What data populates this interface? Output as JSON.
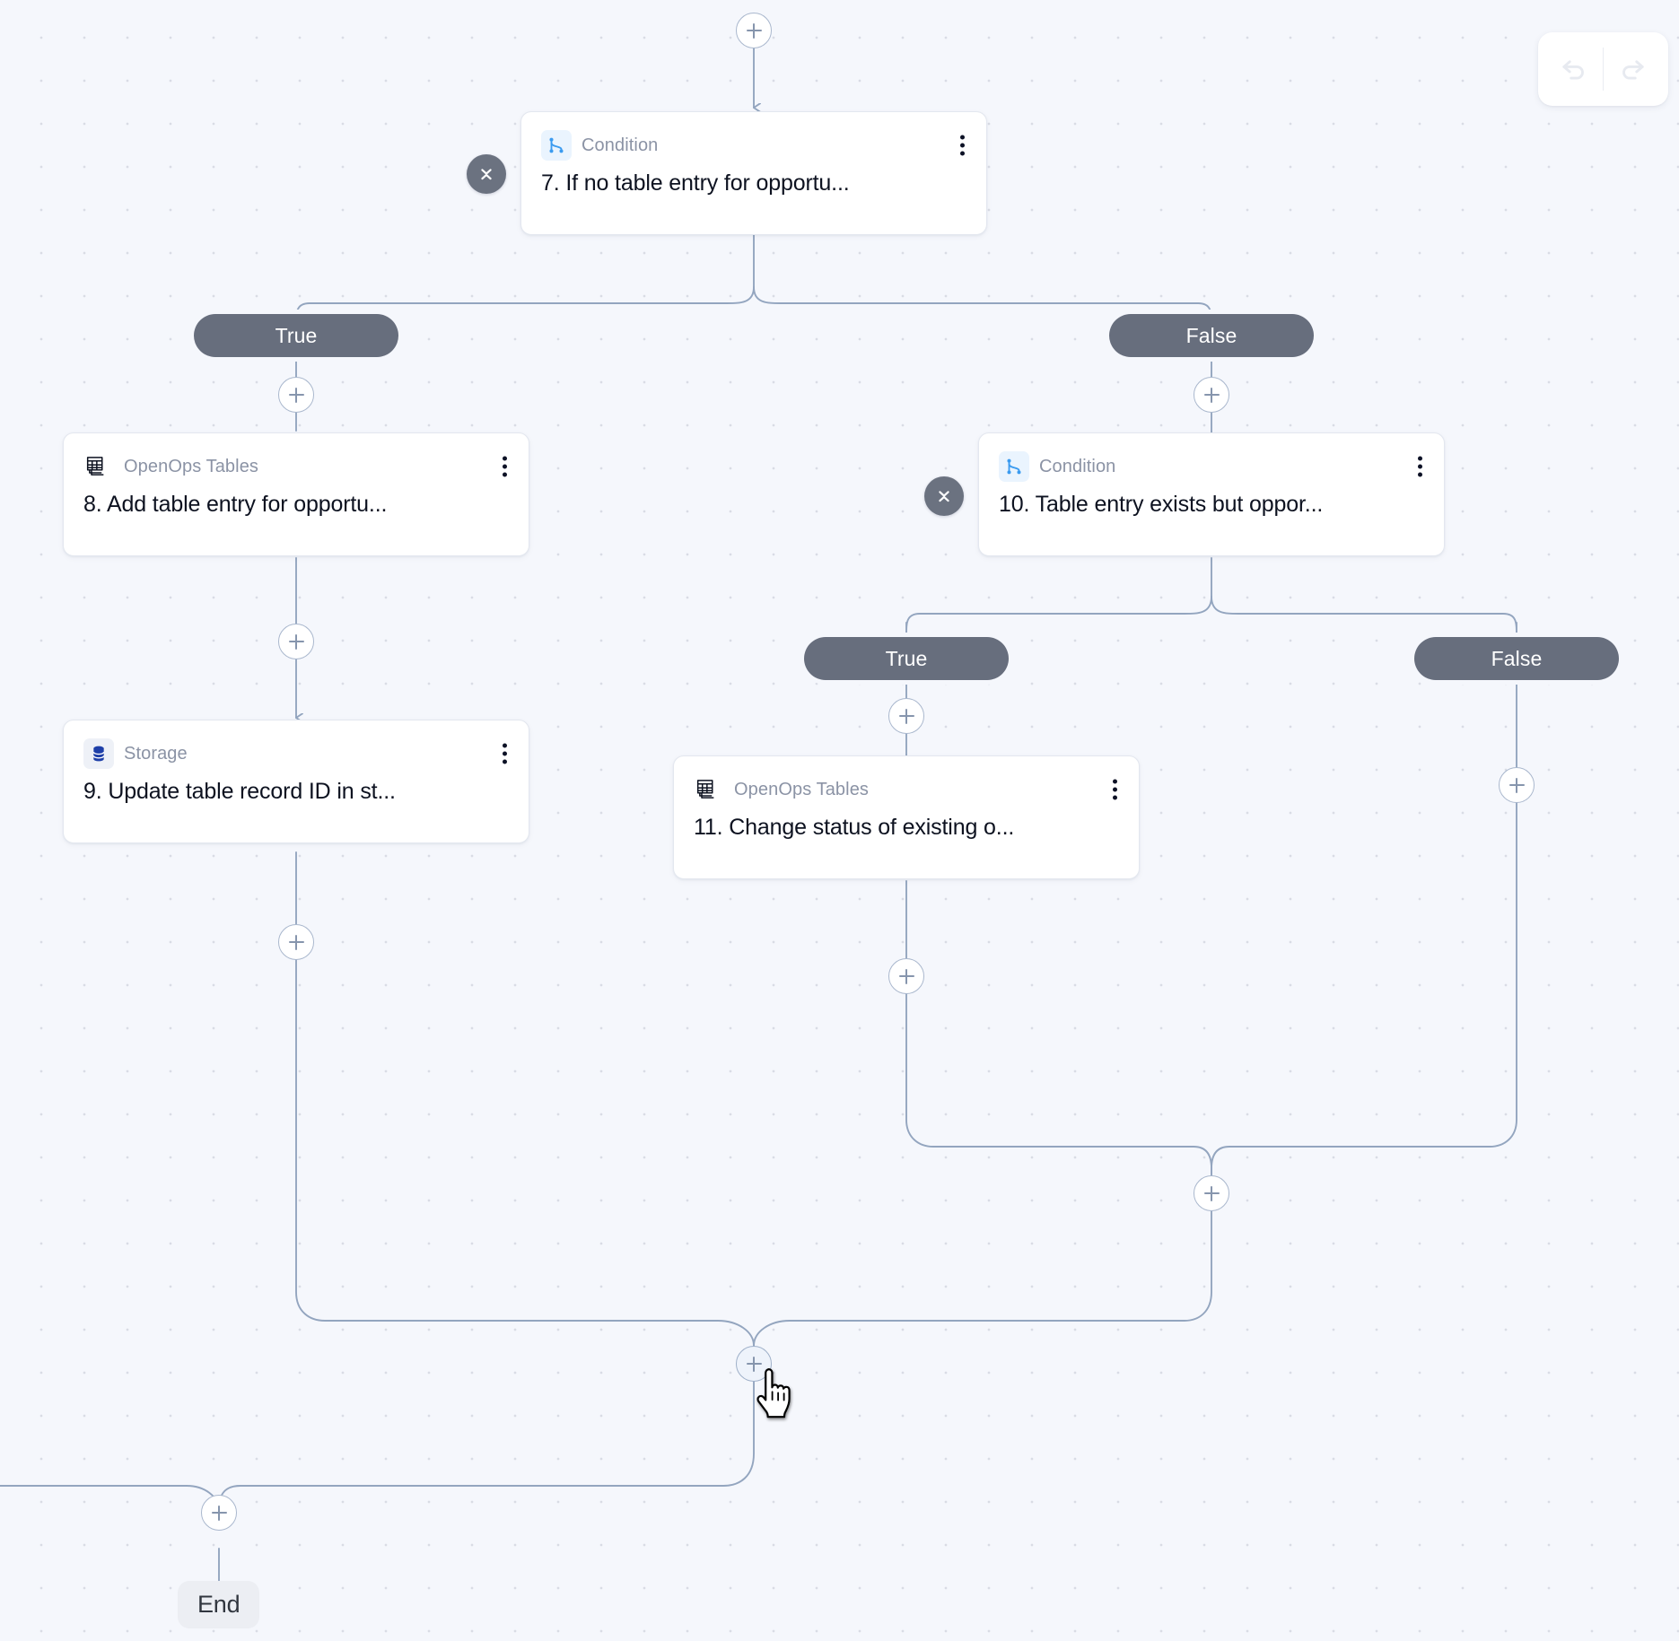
{
  "canvas": {
    "background_color": "#f5f7fc",
    "dot_color": "#d9dce5",
    "edge_color": "#93a5bf"
  },
  "toolbar": {
    "undo_label": "Undo",
    "redo_label": "Redo",
    "undo_icon": "undo-arrow-icon",
    "redo_icon": "redo-arrow-icon",
    "state": "disabled",
    "icon_color": "#e7eaf0"
  },
  "nodes": [
    {
      "id": "step-7",
      "kind": "Condition",
      "icon": "condition-branch-icon",
      "title": "7. If no table entry for opportu...",
      "collapsible": true,
      "collapse_icon": "collapse-chevrons-icon",
      "menu_icon": "kebab-menu-icon"
    },
    {
      "id": "step-8",
      "kind": "OpenOps Tables",
      "icon": "tables-stack-icon",
      "title": "8. Add table entry for opportu...",
      "collapsible": false,
      "menu_icon": "kebab-menu-icon"
    },
    {
      "id": "step-9",
      "kind": "Storage",
      "icon": "database-cylinder-icon",
      "title": "9. Update table record ID in st...",
      "collapsible": false,
      "menu_icon": "kebab-menu-icon"
    },
    {
      "id": "step-10",
      "kind": "Condition",
      "icon": "condition-branch-icon",
      "title": "10. Table entry exists but oppor...",
      "collapsible": true,
      "collapse_icon": "collapse-chevrons-icon",
      "menu_icon": "kebab-menu-icon"
    },
    {
      "id": "step-11",
      "kind": "OpenOps Tables",
      "icon": "tables-stack-icon",
      "title": "11. Change status of existing o...",
      "collapsible": false,
      "menu_icon": "kebab-menu-icon"
    }
  ],
  "branches": {
    "cond7_true": "True",
    "cond7_false": "False",
    "cond10_true": "True",
    "cond10_false": "False"
  },
  "terminal": {
    "end_label": "End"
  },
  "add_buttons": {
    "label": "+",
    "count": 10,
    "hovered_index": 8
  },
  "cursor": {
    "type": "pointing-hand"
  }
}
